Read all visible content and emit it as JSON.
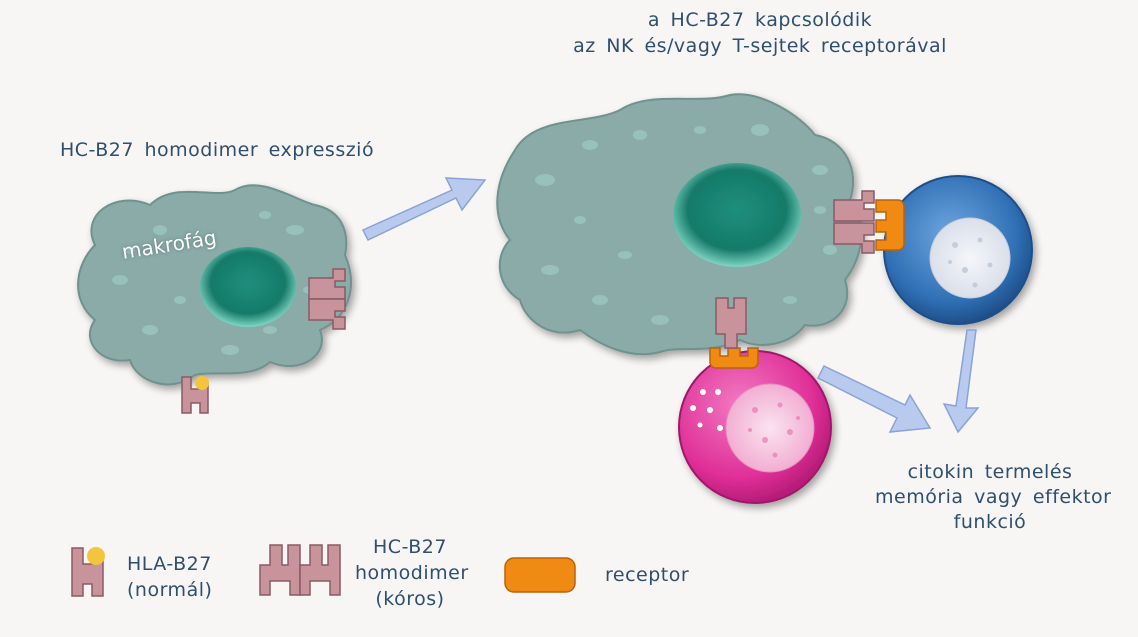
{
  "labels": {
    "left_title": "HC-B27 homodimer expresszió",
    "right_title_1": "a HC-B27 kapcsolódik",
    "right_title_2": "az NK és/vagy T-sejtek receptorával",
    "cell_label": "makrofág",
    "outcome_1": "citokin termelés",
    "outcome_2": "memória vagy effektor",
    "outcome_3": "funkció"
  },
  "legend": {
    "hla_1": "HLA-B27",
    "hla_2": "(normál)",
    "hc_1": "HC-B27",
    "hc_2": "homodimer",
    "hc_3": "(kóros)",
    "receptor": "receptor"
  },
  "colors": {
    "macrophage": "#86a8a5",
    "nucleus": "#1f8f7c",
    "molecule": "#c9939c",
    "ligand": "#f2c53c",
    "receptor": "#f08a12",
    "t_cell": "#3a7bc0",
    "nk_cell": "#e0359b",
    "arrow": "#b8cbee"
  }
}
